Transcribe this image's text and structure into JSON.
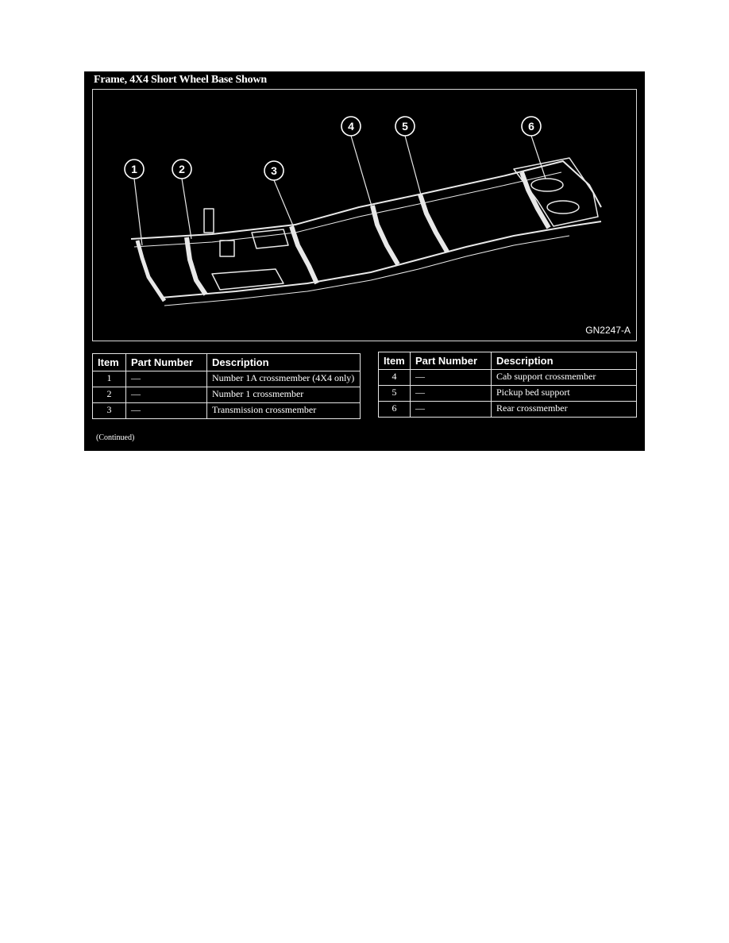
{
  "figure": {
    "title": "Frame, 4X4 Short Wheel Base Shown",
    "figure_id": "GN2247-A",
    "callouts": [
      "1",
      "2",
      "3",
      "4",
      "5",
      "6"
    ]
  },
  "table_headers": {
    "item": "Item",
    "part_number": "Part Number",
    "description": "Description"
  },
  "table_left": [
    {
      "item": "1",
      "part_number": "—",
      "description": "Number 1A crossmember (4X4 only)"
    },
    {
      "item": "2",
      "part_number": "—",
      "description": "Number 1 crossmember"
    },
    {
      "item": "3",
      "part_number": "—",
      "description": "Transmission crossmember"
    }
  ],
  "table_right": [
    {
      "item": "4",
      "part_number": "—",
      "description": "Cab support crossmember"
    },
    {
      "item": "5",
      "part_number": "—",
      "description": "Pickup bed support"
    },
    {
      "item": "6",
      "part_number": "—",
      "description": "Rear crossmember"
    }
  ],
  "continued_note": "(Continued)"
}
